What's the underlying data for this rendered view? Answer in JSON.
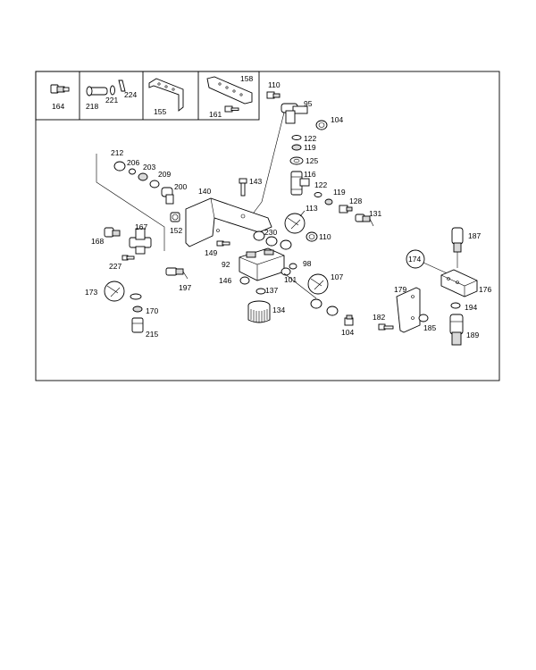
{
  "diagram": {
    "title": "",
    "inset_labels": {
      "b164": "164",
      "b218": "218",
      "b221": "221",
      "b224": "224",
      "b155": "155",
      "b158": "158",
      "b161": "161"
    },
    "part_labels": {
      "p110a": "110",
      "p95": "95",
      "p104a": "104",
      "p122a": "122",
      "p119a": "119",
      "p125": "125",
      "p116": "116",
      "p122b": "122",
      "p119b": "119",
      "p128": "128",
      "p131": "131",
      "p113": "113",
      "p110b": "110",
      "p212": "212",
      "p206": "206",
      "p203": "203",
      "p209": "209",
      "p200": "200",
      "p140": "140",
      "p143": "143",
      "p152": "152",
      "p230": "230",
      "p168": "168",
      "p167": "167",
      "p149": "149",
      "p92": "92",
      "p98": "98",
      "p227": "227",
      "p101": "101",
      "p107": "107",
      "p173": "173",
      "p197": "197",
      "p146": "146",
      "p137": "137",
      "p134": "134",
      "p170": "170",
      "p215": "215",
      "p104b": "104",
      "p187": "187",
      "p174": "174",
      "p179": "179",
      "p176": "176",
      "p194": "194",
      "p182": "182",
      "p185": "185",
      "p189": "189"
    }
  }
}
